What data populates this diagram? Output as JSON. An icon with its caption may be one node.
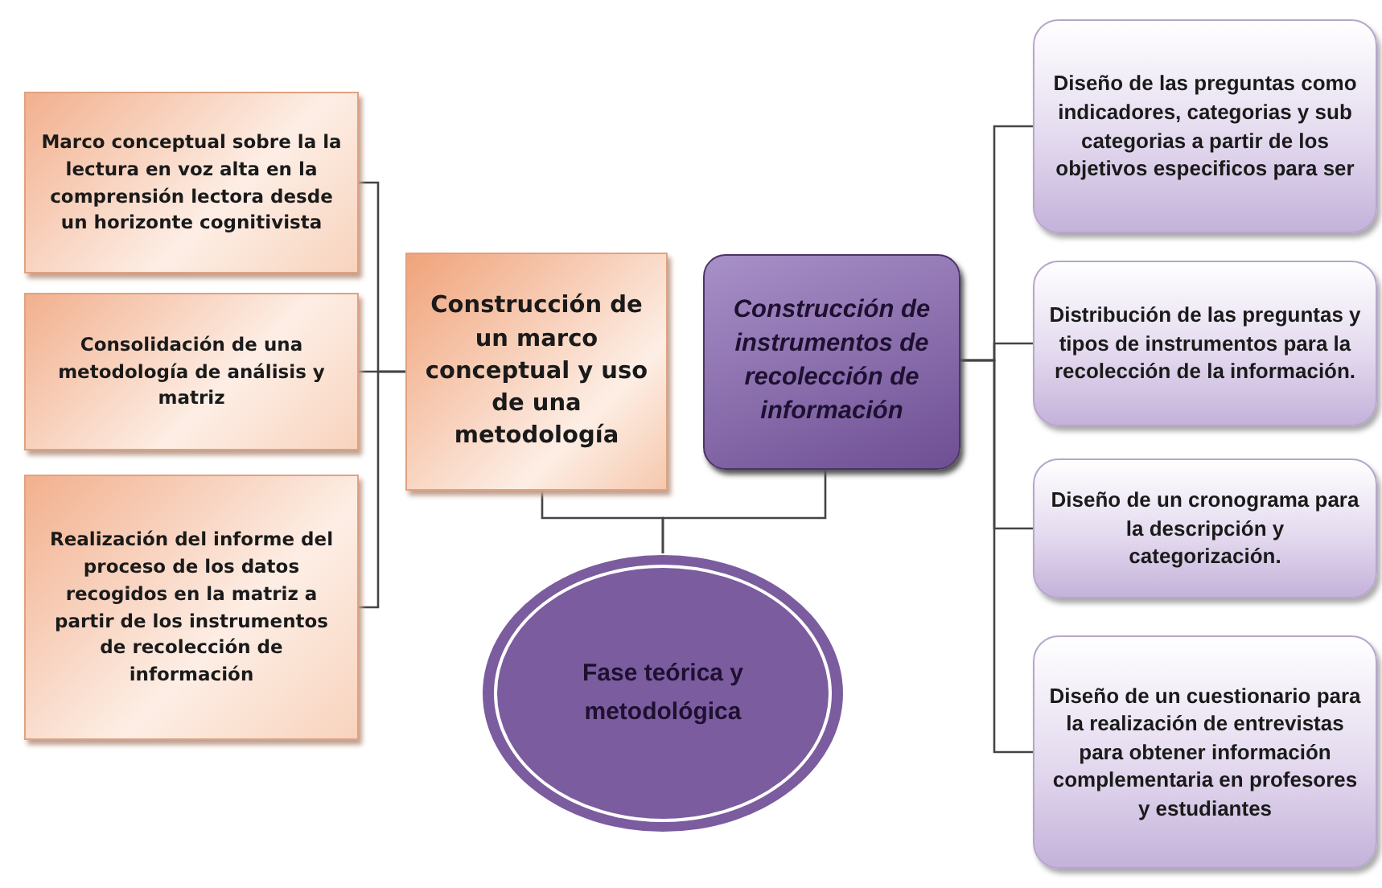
{
  "diagram": {
    "nodes": [
      {
        "text": [
          "Marco conceptual sobre la la lectura en voz alta en la comprensión lectora desde un horizonte cognitivista"
        ]
      },
      {
        "text": [
          "Consolidación de una metodología de análisis y matriz"
        ]
      },
      {
        "text": [
          "Realización del informe del proceso de los datos recogidos en la matriz a partir de los instrumentos de recolección de información"
        ]
      },
      {
        "text": [
          "Construcción de un marco conceptual y uso de una metodología"
        ]
      },
      {
        "text": [
          "Construcción de instrumentos de recolección de información"
        ]
      },
      {
        "text": [
          "Diseño de las preguntas como indicadores, categorias y sub categorias a partir de los objetivos especificos para ser"
        ]
      },
      {
        "text": [
          "Distribución de las preguntas y tipos de instrumentos para la recolección de la información."
        ]
      },
      {
        "text": [
          "Diseño de un cronograma para  la descripción y categorización."
        ]
      },
      {
        "text": [
          "Diseño de un cuestionario para la realización de entrevistas para obtener información complementaria en profesores y estudiantes"
        ]
      },
      {
        "text": [
          "Fase teórica y metodológica"
        ]
      }
    ],
    "edges": [
      {
        "from": 0,
        "to": 3,
        "arrow": "none"
      },
      {
        "from": 1,
        "to": 3,
        "arrow": "none"
      },
      {
        "from": 2,
        "to": 3,
        "arrow": "none"
      },
      {
        "from": 3,
        "to": 9,
        "arrow": "none"
      },
      {
        "from": 4,
        "to": 9,
        "arrow": "none"
      },
      {
        "from": 4,
        "to": 5,
        "arrow": "none"
      },
      {
        "from": 4,
        "to": 6,
        "arrow": "none"
      },
      {
        "from": 4,
        "to": 7,
        "arrow": "none"
      },
      {
        "from": 4,
        "to": 8,
        "arrow": "none"
      }
    ]
  }
}
